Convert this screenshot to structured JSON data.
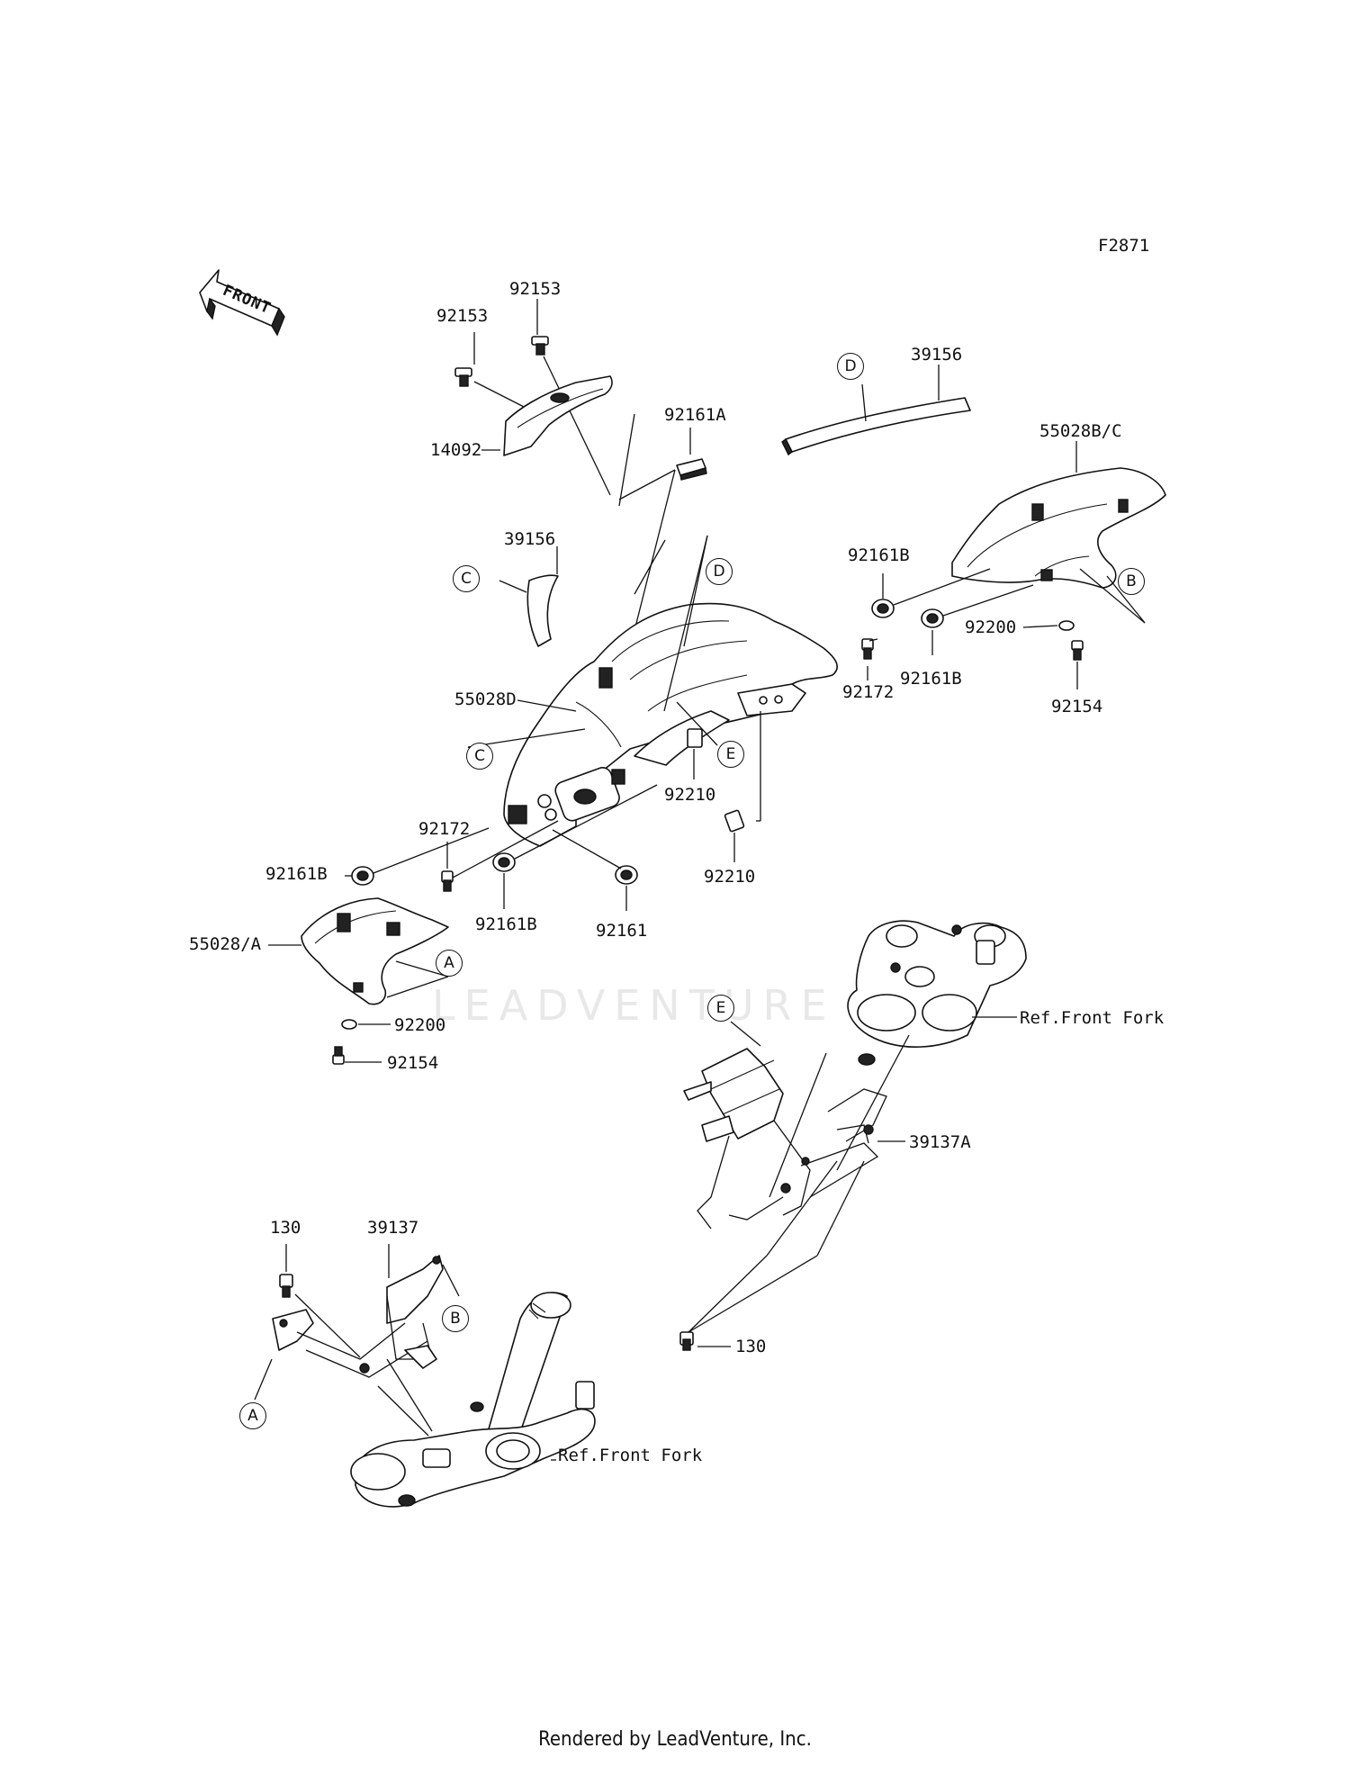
{
  "figure_code": "F2871",
  "front_label": "FRONT",
  "watermark": "LEADVENTURE",
  "footer": "Rendered by LeadVenture, Inc.",
  "part_labels": [
    {
      "id": "p92153a",
      "text": "92153"
    },
    {
      "id": "p92153b",
      "text": "92153"
    },
    {
      "id": "p14092",
      "text": "14092"
    },
    {
      "id": "p92161A",
      "text": "92161A"
    },
    {
      "id": "p39156a",
      "text": "39156"
    },
    {
      "id": "p55028BC",
      "text": "55028B/C"
    },
    {
      "id": "p39156b",
      "text": "39156"
    },
    {
      "id": "p92161B_1",
      "text": "92161B"
    },
    {
      "id": "p92200a",
      "text": "92200"
    },
    {
      "id": "p55028D",
      "text": "55028D"
    },
    {
      "id": "p92172a",
      "text": "92172"
    },
    {
      "id": "p92161B_2",
      "text": "92161B"
    },
    {
      "id": "p92154a",
      "text": "92154"
    },
    {
      "id": "p92210a",
      "text": "92210"
    },
    {
      "id": "p92172b",
      "text": "92172"
    },
    {
      "id": "p92161B_3",
      "text": "92161B"
    },
    {
      "id": "p92210b",
      "text": "92210"
    },
    {
      "id": "p55028A",
      "text": "55028/A"
    },
    {
      "id": "p92161B_4",
      "text": "92161B"
    },
    {
      "id": "p92161",
      "text": "92161"
    },
    {
      "id": "p92200b",
      "text": "92200"
    },
    {
      "id": "p92154b",
      "text": "92154"
    },
    {
      "id": "pRefFF1",
      "text": "Ref.Front Fork"
    },
    {
      "id": "p39137A",
      "text": "39137A"
    },
    {
      "id": "p130a",
      "text": "130"
    },
    {
      "id": "p130b",
      "text": "130"
    },
    {
      "id": "p39137",
      "text": "39137"
    },
    {
      "id": "pRefFF2",
      "text": "Ref.Front Fork"
    }
  ],
  "reference_marks": [
    {
      "id": "mD1",
      "text": "D"
    },
    {
      "id": "mC1",
      "text": "C"
    },
    {
      "id": "mD2",
      "text": "D"
    },
    {
      "id": "mB1",
      "text": "B"
    },
    {
      "id": "mC2",
      "text": "C"
    },
    {
      "id": "mE1",
      "text": "E"
    },
    {
      "id": "mA1",
      "text": "A"
    },
    {
      "id": "mE2",
      "text": "E"
    },
    {
      "id": "mB2",
      "text": "B"
    },
    {
      "id": "mA2",
      "text": "A"
    }
  ]
}
